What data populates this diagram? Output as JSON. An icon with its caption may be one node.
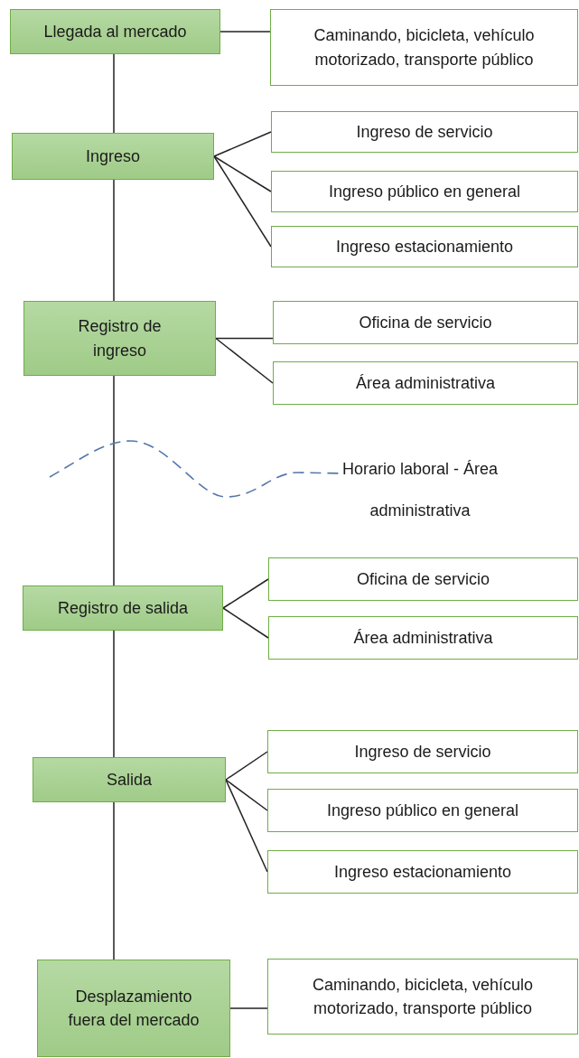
{
  "diagram": {
    "nodes": [
      {
        "text": [
          "Llegada al mercado"
        ]
      },
      {
        "text": [
          "Caminando, bicicleta, vehículo motorizado, transporte público"
        ]
      },
      {
        "text": [
          "Ingreso"
        ]
      },
      {
        "text": [
          "Ingreso de servicio"
        ]
      },
      {
        "text": [
          "Ingreso público en general"
        ]
      },
      {
        "text": [
          "Ingreso estacionamiento"
        ]
      },
      {
        "text": [
          "Registro de ingreso"
        ]
      },
      {
        "text": [
          "Oficina de servicio"
        ]
      },
      {
        "text": [
          "Área administrativa"
        ]
      },
      {
        "text": [
          "Registro de salida"
        ]
      },
      {
        "text": [
          "Oficina de servicio"
        ]
      },
      {
        "text": [
          "Área administrativa"
        ]
      },
      {
        "text": [
          "Salida"
        ]
      },
      {
        "text": [
          "Ingreso de servicio"
        ]
      },
      {
        "text": [
          "Ingreso público en general"
        ]
      },
      {
        "text": [
          "Ingreso estacionamiento"
        ]
      },
      {
        "text": [
          "Desplazamiento fuera del mercado"
        ]
      },
      {
        "text": [
          "Caminando, bicicleta, vehículo motorizado, transporte público"
        ]
      }
    ],
    "edges": [
      {
        "from": 0,
        "to": 1,
        "arrow": "none"
      },
      {
        "from": 0,
        "to": 2,
        "arrow": "none"
      },
      {
        "from": 2,
        "to": 3,
        "arrow": "none"
      },
      {
        "from": 2,
        "to": 4,
        "arrow": "none"
      },
      {
        "from": 2,
        "to": 5,
        "arrow": "none"
      },
      {
        "from": 2,
        "to": 6,
        "arrow": "none"
      },
      {
        "from": 6,
        "to": 7,
        "arrow": "none"
      },
      {
        "from": 6,
        "to": 8,
        "arrow": "none"
      },
      {
        "from": 6,
        "to": 9,
        "arrow": "none"
      },
      {
        "from": 9,
        "to": 10,
        "arrow": "none"
      },
      {
        "from": 9,
        "to": 11,
        "arrow": "none"
      },
      {
        "from": 9,
        "to": 12,
        "arrow": "none"
      },
      {
        "from": 12,
        "to": 13,
        "arrow": "none"
      },
      {
        "from": 12,
        "to": 14,
        "arrow": "none"
      },
      {
        "from": 12,
        "to": 15,
        "arrow": "none"
      },
      {
        "from": 12,
        "to": 16,
        "arrow": "none"
      },
      {
        "from": 16,
        "to": 17,
        "arrow": "none"
      }
    ],
    "labels": [
      "Horario laboral - Área administrativa"
    ]
  }
}
